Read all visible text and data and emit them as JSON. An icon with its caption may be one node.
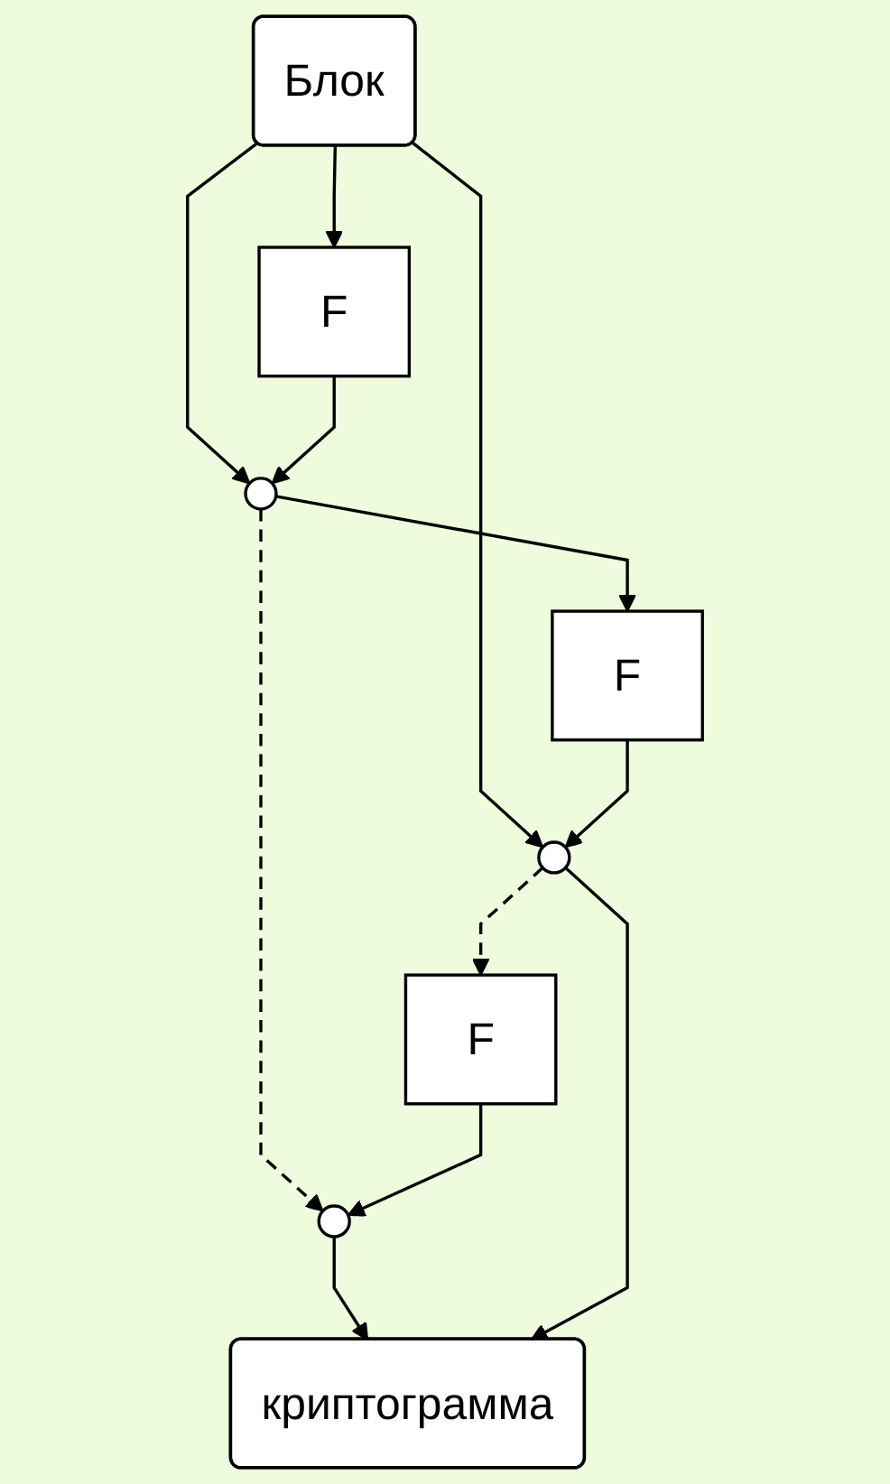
{
  "diagram": {
    "nodes": [
      {
        "text": [
          "Блок"
        ]
      },
      {
        "text": [],
        "shape": "circle"
      },
      {
        "text": [
          "F"
        ]
      },
      {
        "text": [],
        "shape": "circle"
      },
      {
        "text": [
          "F"
        ]
      },
      {
        "text": [],
        "shape": "circle"
      },
      {
        "text": [
          "F"
        ]
      },
      {
        "text": [
          "криптограмма"
        ]
      }
    ],
    "edges": [
      {
        "from": 0,
        "to": 1,
        "arrow": "to"
      },
      {
        "from": 0,
        "to": 2,
        "arrow": "to"
      },
      {
        "from": 2,
        "to": 1,
        "arrow": "to"
      },
      {
        "from": 1,
        "to": 4,
        "arrow": "to"
      },
      {
        "from": 0,
        "to": 3,
        "arrow": "to"
      },
      {
        "from": 4,
        "to": 3,
        "arrow": "to"
      },
      {
        "from": 3,
        "to": 6,
        "arrow": "to",
        "style": "dashed"
      },
      {
        "from": 1,
        "to": 5,
        "arrow": "to",
        "style": "dashed"
      },
      {
        "from": 6,
        "to": 5,
        "arrow": "to"
      },
      {
        "from": 5,
        "to": 7,
        "arrow": "to"
      },
      {
        "from": 3,
        "to": 7,
        "arrow": "to"
      }
    ]
  }
}
